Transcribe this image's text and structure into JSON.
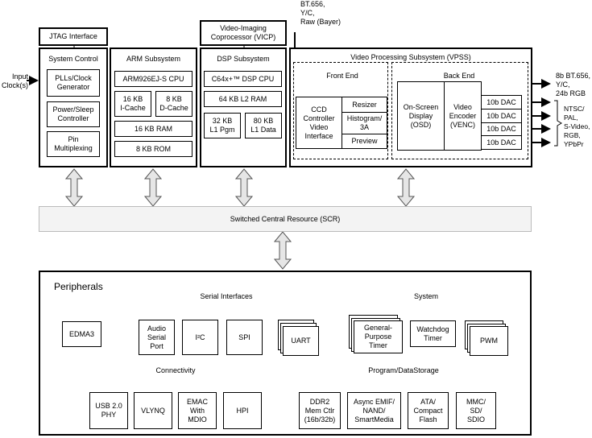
{
  "top_labels": {
    "jtag": "JTAG Interface",
    "vicp": "Video-Imaging\nCoprocessor (VICP)",
    "video_in": "BT.656,\nY/C,\nRaw (Bayer)"
  },
  "input_clock": "Input\nClock(s)",
  "system_control": {
    "title": "System Control",
    "pll": "PLLs/Clock\nGenerator",
    "power": "Power/Sleep\nController",
    "pin": "Pin\nMultiplexing"
  },
  "arm": {
    "title": "ARM Subsystem",
    "cpu": "ARM926EJ-S CPU",
    "icache": "16 KB\nI-Cache",
    "dcache": "8 KB\nD-Cache",
    "ram": "16 KB RAM",
    "rom": "8 KB ROM"
  },
  "dsp": {
    "title": "DSP Subsystem",
    "cpu": "C64x+™  DSP CPU",
    "l2": "64 KB L2 RAM",
    "l1p": "32 KB\nL1 Pgm",
    "l1d": "80 KB\nL1 Data"
  },
  "vpss": {
    "title": "Video Processing Subsystem (VPSS)",
    "front_end": "Front End",
    "back_end": "Back End",
    "ccdc": "CCD\nController\nVideo\nInterface",
    "resizer": "Resizer",
    "histogram": "Histogram/\n3A",
    "preview": "Preview",
    "osd": "On-Screen\nDisplay\n(OSD)",
    "venc": "Video\nEncoder\n(VENC)",
    "dacs": [
      "10b DAC",
      "10b DAC",
      "10b DAC",
      "10b DAC"
    ]
  },
  "outputs": {
    "digital": "8b BT.656,\nY/C,\n24b RGB",
    "analog": "NTSC/\nPAL,\nS-Video,\nRGB,\nYPbPr"
  },
  "scr": "Switched Central Resource (SCR)",
  "peripherals": {
    "title": "Peripherals",
    "edma": "EDMA3",
    "serial_title": "Serial Interfaces",
    "serial": [
      "Audio\nSerial\nPort",
      "I²C",
      "SPI",
      "UART"
    ],
    "system_title": "System",
    "system": [
      "General-\nPurpose\nTimer",
      "Watchdog\nTimer",
      "PWM"
    ],
    "connectivity_title": "Connectivity",
    "connectivity": [
      "USB 2.0\nPHY",
      "VLYNQ",
      "EMAC\nWith\nMDIO",
      "HPI"
    ],
    "storage_title": "Program/DataStorage",
    "storage": [
      "DDR2\nMem Ctlr\n(16b/32b)",
      "Async EMIF/\nNAND/\nSmartMedia",
      "ATA/\nCompact\nFlash",
      "MMC/\nSD/\nSDIO"
    ]
  }
}
